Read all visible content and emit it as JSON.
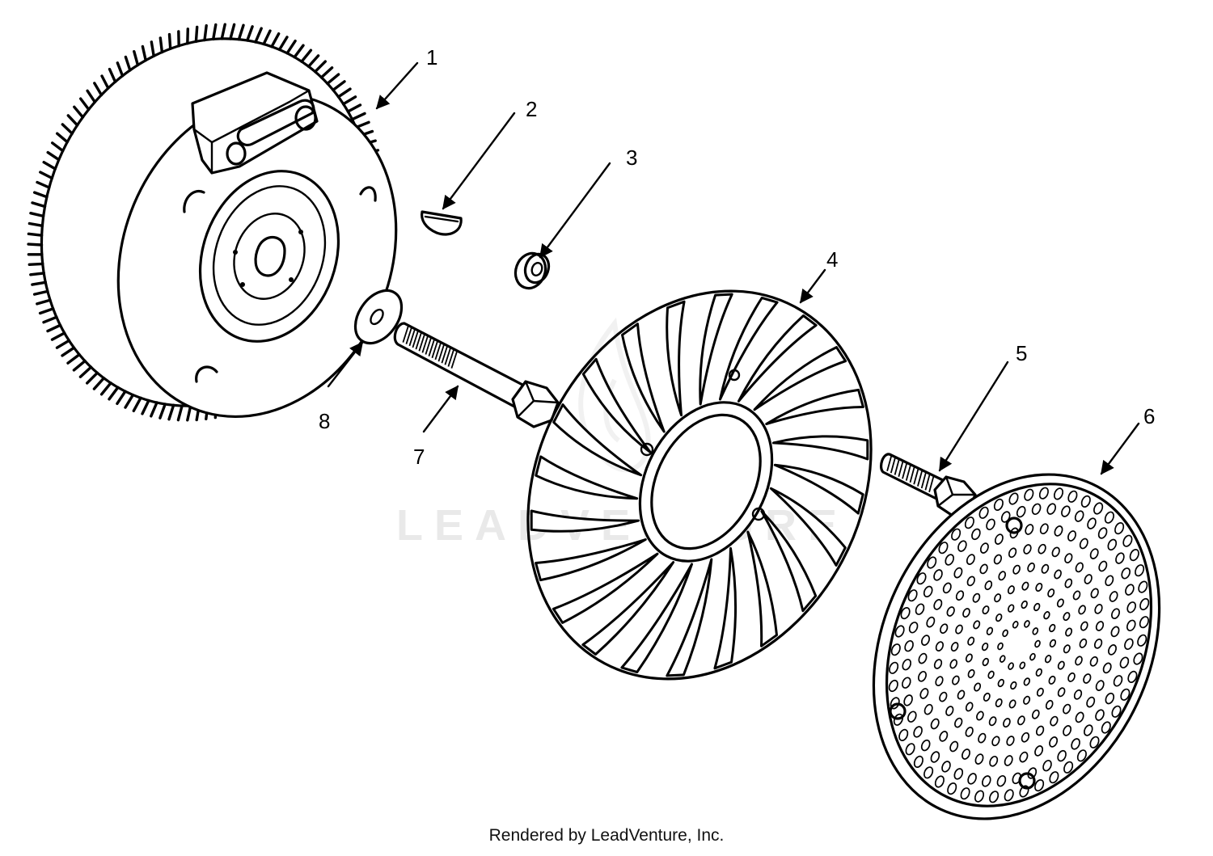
{
  "watermark": {
    "text": "LEADVENTURE"
  },
  "credit": {
    "text": "Rendered by LeadVenture, Inc."
  },
  "callouts": [
    {
      "id": "1",
      "label": "1"
    },
    {
      "id": "2",
      "label": "2"
    },
    {
      "id": "3",
      "label": "3"
    },
    {
      "id": "4",
      "label": "4"
    },
    {
      "id": "5",
      "label": "5"
    },
    {
      "id": "6",
      "label": "6"
    },
    {
      "id": "7",
      "label": "7"
    },
    {
      "id": "8",
      "label": "8"
    }
  ]
}
